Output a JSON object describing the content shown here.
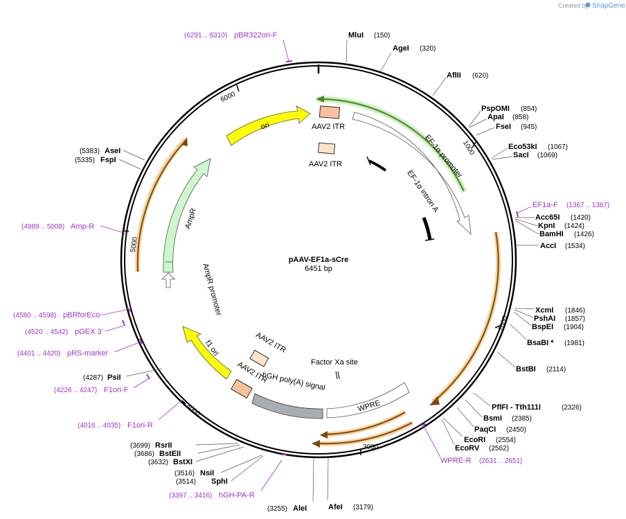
{
  "credit": {
    "prefix": "Created by",
    "brand": "SnapGene"
  },
  "plasmid": {
    "name": "pAAV-EF1a-sCre",
    "length": "6451 bp"
  },
  "ticks": [
    "1000",
    "2000",
    "3000",
    "4000",
    "5000",
    "6000"
  ],
  "features": {
    "aav2_itr_top": "AAV2 ITR",
    "aav2_itr_inner": "AAV2 ITR",
    "ef1a_promoter": "EF-1α promoter",
    "ef1a_intron": "EF-1α intron A",
    "ori": "ori",
    "ampr": "AmpR",
    "ampr_promoter": "AmpR promoter",
    "f1_ori": "f1 ori",
    "aav2_itr_bottom1": "AAV2 ITR",
    "aav2_itr_bottom2": "AAV2 ITR",
    "factor_xa": "Factor Xa site",
    "hgh_polya": "hGH poly(A) signal",
    "wpre": "WPRE"
  },
  "enzymes_right": [
    {
      "name": "MluI",
      "pos": "(150)"
    },
    {
      "name": "AgeI",
      "pos": "(320)"
    },
    {
      "name": "AflII",
      "pos": "(620)"
    },
    {
      "name": "PspOMI",
      "pos": "(854)"
    },
    {
      "name": "ApaI",
      "pos": "(858)"
    },
    {
      "name": "FseI",
      "pos": "(945)"
    },
    {
      "name": "Eco53kI",
      "pos": "(1067)"
    },
    {
      "name": "SacI",
      "pos": "(1069)"
    },
    {
      "name": "Acc65I",
      "pos": "(1420)"
    },
    {
      "name": "KpnI",
      "pos": "(1424)"
    },
    {
      "name": "BamHI",
      "pos": "(1426)"
    },
    {
      "name": "AccI",
      "pos": "(1534)"
    },
    {
      "name": "XcmI",
      "pos": "(1846)"
    },
    {
      "name": "PshAI",
      "pos": "(1857)"
    },
    {
      "name": "BspEI",
      "pos": "(1904)"
    },
    {
      "name": "BsaBI *",
      "pos": "(1981)"
    },
    {
      "name": "BstBI",
      "pos": "(2114)"
    },
    {
      "name": "PflFI - Tth111I",
      "pos": "(2326)"
    },
    {
      "name": "BsmI",
      "pos": "(2385)"
    },
    {
      "name": "PaqCI",
      "pos": "(2450)"
    },
    {
      "name": "EcoRI",
      "pos": "(2554)"
    },
    {
      "name": "EcoRV",
      "pos": "(2562)"
    },
    {
      "name": "AfeI",
      "pos": "(3179)"
    }
  ],
  "enzymes_left": [
    {
      "name": "AleI",
      "pos": "(3255)"
    },
    {
      "name": "SphI",
      "pos": "(3514)"
    },
    {
      "name": "NsiI",
      "pos": "(3516)"
    },
    {
      "name": "BstXI",
      "pos": "(3632)"
    },
    {
      "name": "BstEII",
      "pos": "(3686)"
    },
    {
      "name": "RsrII",
      "pos": "(3699)"
    },
    {
      "name": "PsiI",
      "pos": "(4287)"
    },
    {
      "name": "FspI",
      "pos": "(5335)"
    },
    {
      "name": "AseI",
      "pos": "(5383)"
    }
  ],
  "primers": [
    {
      "name": "pBR322ori-F",
      "pos": "(6291 .. 6310)"
    },
    {
      "name": "EF1a-F",
      "pos": "(1367 .. 1387)"
    },
    {
      "name": "WPRE-R",
      "pos": "(2631 .. 2651)"
    },
    {
      "name": "hGH-PA-R",
      "pos": "(3397 .. 3416)"
    },
    {
      "name": "F1ori-R",
      "pos": "(4016 .. 4035)"
    },
    {
      "name": "F1ori-F",
      "pos": "(4226 .. 4247)"
    },
    {
      "name": "pRS-marker",
      "pos": "(4401 .. 4420)"
    },
    {
      "name": "pGEX 3'",
      "pos": "(4520 .. 4542)"
    },
    {
      "name": "pBRforEco",
      "pos": "(4580 .. 4598)"
    },
    {
      "name": "Amp-R",
      "pos": "(4989 .. 5008)"
    }
  ],
  "colors": {
    "primer": "#9b33c9",
    "itr": "#f7c29b",
    "ori": "#ffff00",
    "ampr": "#ccf7cc",
    "ef1a_glow": "#6bc23a",
    "orf_glow": "#f5b453",
    "polya": "#a8adb3"
  }
}
